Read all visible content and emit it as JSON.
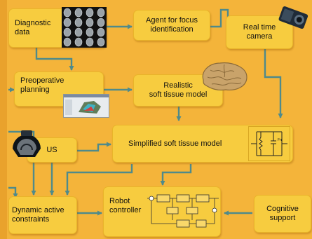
{
  "diagram": {
    "nodes": {
      "diagnostic_data": "Diagnostic\ndata",
      "agent_focus": "Agent for focus\nidentification",
      "real_time_camera": "Real time\ncamera",
      "preoperative_planning": "Preoperative\nplanning",
      "realistic_model": "Realistic\nsoft tissue model",
      "simplified_model": "Simplified soft tissue model",
      "us": "US",
      "dynamic_constraints": "Dynamic active\nconstraints",
      "robot_controller": "Robot\ncontroller",
      "cognitive_support": "Cognitive\nsupport"
    },
    "icons": {
      "mri": "mri-scan-grid-icon",
      "camera": "camera-icon",
      "brain": "brain-icon",
      "planning": "planning-screenshot-icon",
      "ultrasound": "ultrasound-probe-icon",
      "circuit": "circuit-diagram-icon",
      "block": "block-diagram-icon"
    },
    "colors": {
      "background": "#f4b43a",
      "box": "#f7cc3f",
      "connector": "#4f8a8b"
    }
  }
}
